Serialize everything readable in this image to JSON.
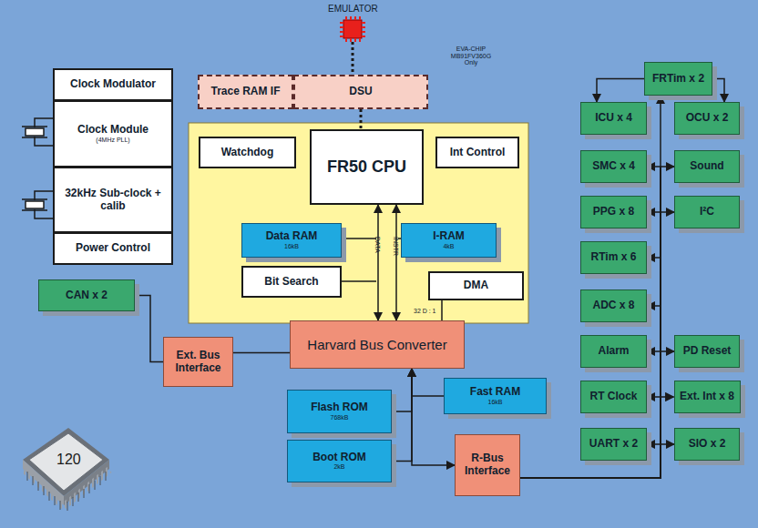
{
  "diagram": {
    "nodes": [
      {
        "text": [
          "Clock Modulator"
        ]
      },
      {
        "text": [
          "Clock Module",
          "(4MHz PLL)"
        ]
      },
      {
        "text": [
          "32kHz Sub-clock + calib"
        ]
      },
      {
        "text": [
          "Power Control"
        ]
      },
      {
        "text": [
          "Trace RAM IF"
        ]
      },
      {
        "text": [
          "DSU"
        ]
      },
      {
        "text": [
          "Watchdog"
        ]
      },
      {
        "text": [
          "FR50 CPU"
        ]
      },
      {
        "text": [
          "Int Control"
        ]
      },
      {
        "text": [
          "Data RAM",
          "16kB"
        ]
      },
      {
        "text": [
          "I-RAM",
          "4kB"
        ]
      },
      {
        "text": [
          "Bit Search"
        ]
      },
      {
        "text": [
          "DMA"
        ]
      },
      {
        "text": [
          "CAN x 2"
        ]
      },
      {
        "text": [
          "Ext. Bus Interface"
        ]
      },
      {
        "text": [
          "Harvard Bus Converter"
        ]
      },
      {
        "text": [
          "Flash ROM",
          "768kB"
        ]
      },
      {
        "text": [
          "Fast RAM",
          "16kB"
        ]
      },
      {
        "text": [
          "Boot ROM",
          "2kB"
        ]
      },
      {
        "text": [
          "R-Bus Interface"
        ]
      },
      {
        "text": [
          "FRTim x 2"
        ]
      },
      {
        "text": [
          "ICU x 4"
        ]
      },
      {
        "text": [
          "OCU x 2"
        ]
      },
      {
        "text": [
          "SMC x 4"
        ]
      },
      {
        "text": [
          "Sound"
        ]
      },
      {
        "text": [
          "PPG x 8"
        ]
      },
      {
        "text": [
          "I²C"
        ]
      },
      {
        "text": [
          "RTim x 6"
        ]
      },
      {
        "text": [
          "ADC x 8"
        ]
      },
      {
        "text": [
          "Alarm"
        ]
      },
      {
        "text": [
          "PD Reset"
        ]
      },
      {
        "text": [
          "RT Clock"
        ]
      },
      {
        "text": [
          "Ext. Int x 8"
        ]
      },
      {
        "text": [
          "UART x 2"
        ]
      },
      {
        "text": [
          "SIO x 2"
        ]
      }
    ],
    "edges": [
      {
        "from": 5,
        "to": 7,
        "arrow": "none"
      },
      {
        "from": 7,
        "to": 15,
        "arrow": "both"
      },
      {
        "from": 7,
        "to": 15,
        "arrow": "both"
      },
      {
        "from": 12,
        "to": 15,
        "arrow": "none"
      },
      {
        "from": 13,
        "to": 14,
        "arrow": "none"
      },
      {
        "from": 14,
        "to": 15,
        "arrow": "none"
      },
      {
        "from": 16,
        "to": 15,
        "arrow": "to"
      },
      {
        "from": 18,
        "to": 15,
        "arrow": "to"
      },
      {
        "from": 17,
        "to": 15,
        "arrow": "to"
      },
      {
        "from": 15,
        "to": 19,
        "arrow": "to"
      },
      {
        "from": 19,
        "to": 20,
        "arrow": "to"
      },
      {
        "from": 19,
        "to": 23,
        "arrow": "to"
      },
      {
        "from": 19,
        "to": 24,
        "arrow": "to"
      },
      {
        "from": 19,
        "to": 25,
        "arrow": "to"
      },
      {
        "from": 19,
        "to": 26,
        "arrow": "to"
      },
      {
        "from": 19,
        "to": 27,
        "arrow": "to"
      },
      {
        "from": 19,
        "to": 28,
        "arrow": "to"
      },
      {
        "from": 19,
        "to": 29,
        "arrow": "to"
      },
      {
        "from": 19,
        "to": 30,
        "arrow": "to"
      },
      {
        "from": 19,
        "to": 31,
        "arrow": "to"
      },
      {
        "from": 19,
        "to": 32,
        "arrow": "to"
      },
      {
        "from": 19,
        "to": 33,
        "arrow": "to"
      },
      {
        "from": 19,
        "to": 34,
        "arrow": "to"
      },
      {
        "from": 20,
        "to": 21,
        "arrow": "to"
      },
      {
        "from": 20,
        "to": 22,
        "arrow": "to"
      }
    ],
    "labels": [
      "EMULATOR",
      "EVA-CHIP MB91FV360G Only",
      "DATA",
      "INSTR",
      "32 D : 1",
      "120"
    ]
  }
}
